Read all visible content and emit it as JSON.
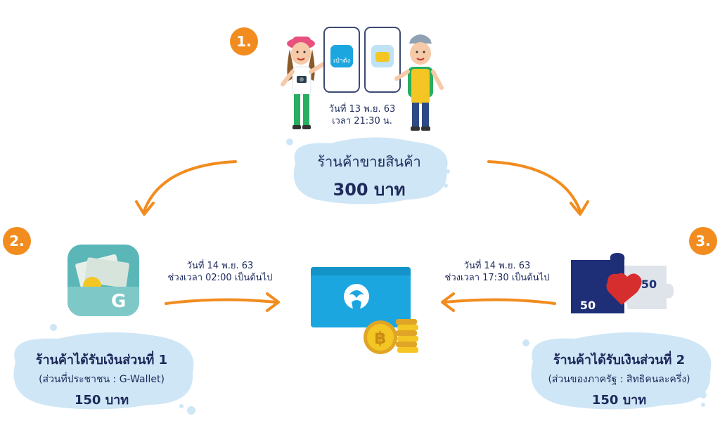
{
  "steps": [
    {
      "number": "1.",
      "date": "วันที่ 13 พ.ย. 63",
      "time": "เวลา 21:30 น.",
      "caption_line1": "ร้านค้าขายสินค้า",
      "caption_amount": "300 บาท",
      "app_left_label": "เป๋าตัง",
      "app_right_label": ""
    },
    {
      "number": "2.",
      "date": "วันที่ 14 พ.ย. 63",
      "time": "ช่วงเวลา 02:00 เป็นต้นไป",
      "caption_line1": "ร้านค้าได้รับเงินส่วนที่ 1",
      "caption_line2": "(ส่วนที่ประชาชน : G-Wallet)",
      "caption_amount": "150 บาท",
      "icon_letter": "G"
    },
    {
      "number": "3.",
      "date": "วันที่ 14 พ.ย. 63",
      "time": "ช่วงเวลา 17:30 เป็นต้นไป",
      "caption_line1": "ร้านค้าได้รับเงินส่วนที่ 2",
      "caption_line2": "(ส่วนของภาครัฐ : สิทธิคนละครึ่ง)",
      "caption_amount": "150 บาท",
      "puzzle_left": "50",
      "puzzle_right": "50"
    }
  ],
  "colors": {
    "accent": "#f28c1e",
    "blob": "#cfe6f6",
    "text": "#1d2a5a",
    "bank": "#1ba6e0"
  }
}
